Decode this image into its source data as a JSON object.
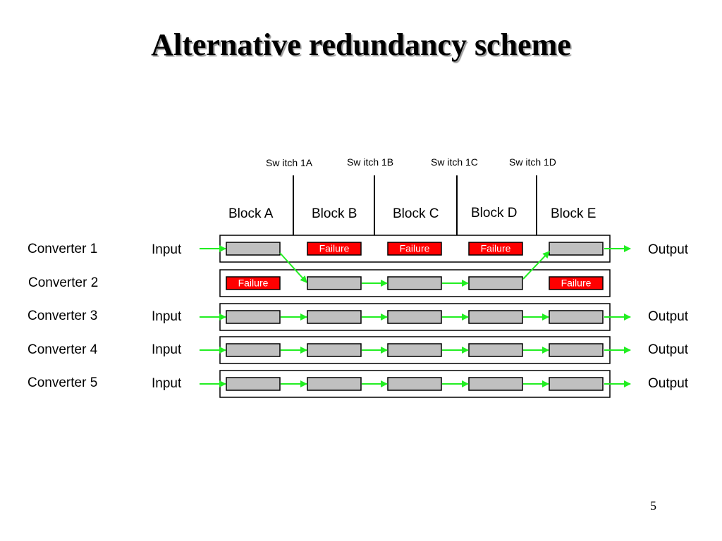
{
  "title": "Alternative redundancy scheme",
  "switches": [
    "Sw itch 1A",
    "Sw itch 1B",
    "Sw itch 1C",
    "Sw itch 1D"
  ],
  "blocks": [
    "Block A",
    "Block B",
    "Block C",
    "Block D",
    "Block E"
  ],
  "converters": [
    {
      "label": "Converter 1",
      "input": "Input",
      "output": "Output",
      "cells": [
        "ok",
        "failure",
        "failure",
        "failure",
        "ok"
      ]
    },
    {
      "label": "Converter 2",
      "input": "",
      "output": "",
      "cells": [
        "failure",
        "ok",
        "ok",
        "ok",
        "failure"
      ]
    },
    {
      "label": "Converter 3",
      "input": "Input",
      "output": "Output",
      "cells": [
        "ok",
        "ok",
        "ok",
        "ok",
        "ok"
      ]
    },
    {
      "label": "Converter 4",
      "input": "Input",
      "output": "Output",
      "cells": [
        "ok",
        "ok",
        "ok",
        "ok",
        "ok"
      ]
    },
    {
      "label": "Converter 5",
      "input": "Input",
      "output": "Output",
      "cells": [
        "ok",
        "ok",
        "ok",
        "ok",
        "ok"
      ]
    }
  ],
  "failure_text": "Failure",
  "page_number": "5",
  "colors": {
    "flow_arrow": "#22ee22",
    "failure_fill": "#ff0000",
    "failure_text": "#ffffff",
    "cell_fill": "#c0c0c0",
    "outline": "#000000"
  }
}
